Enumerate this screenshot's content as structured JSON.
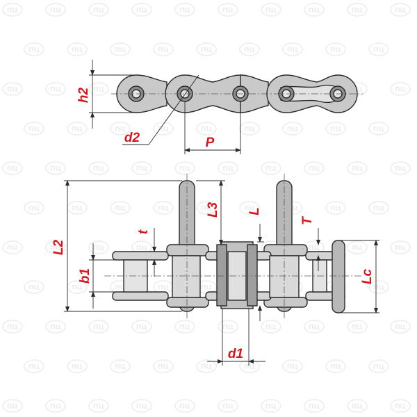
{
  "colors": {
    "label": "#d8141c",
    "line": "#2a2a2a",
    "steel": "#c9c9c9",
    "pin": "#9a9a9a",
    "hole": "#6e6e6e",
    "watermark": "#ececec"
  },
  "watermark_text": "ПЦ",
  "labels": {
    "h2": "h2",
    "d2": "d2",
    "P": "P",
    "L2": "L2",
    "L3": "L3",
    "L": "L",
    "T": "T",
    "t": "t",
    "b1": "b1",
    "Lc": "Lc",
    "d1": "d1"
  }
}
